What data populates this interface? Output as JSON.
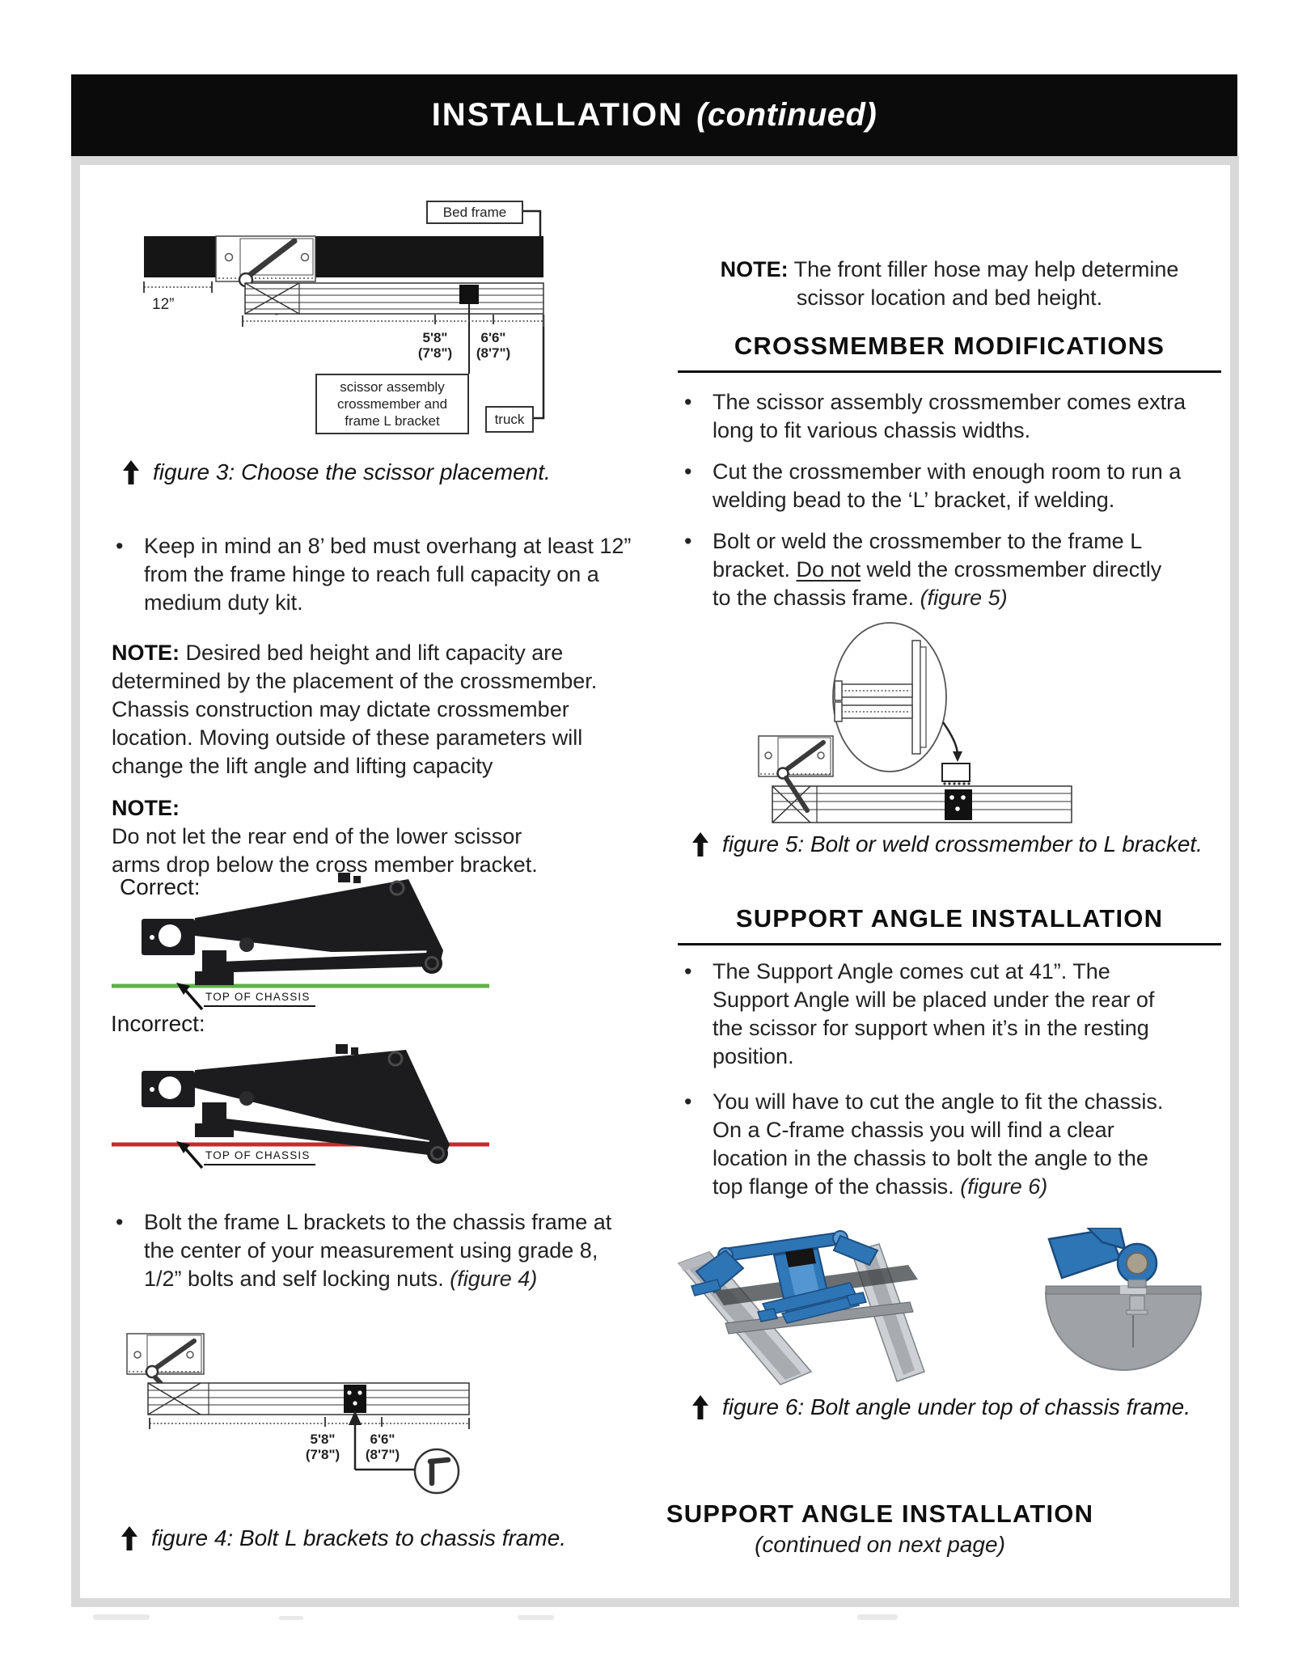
{
  "colors": {
    "header_bg": "#0b0b0b",
    "frame_border": "#d9d9d9",
    "correct_line_green": "#5cb048",
    "incorrect_line_red": "#c9292e",
    "figure6_blue": "#2e75b6",
    "figure6_gray": "#9fa3a8"
  },
  "header": {
    "title": "INSTALLATION",
    "suffix": "(continued)"
  },
  "lc": {
    "fig3": {
      "bed_frame": "Bed frame",
      "dim12": "12”",
      "dim_a": "5'8\"",
      "dim_a_alt": "(7'8\")",
      "dim_b": "6'6\"",
      "dim_b_alt": "(8'7\")",
      "callout": "scissor assembly\ncrossmember and\nframe L bracket",
      "truck": "truck",
      "caption": "figure 3: Choose the scissor placement."
    },
    "bullet_overhang": "Keep in mind an 8’ bed must overhang at least 12”\nfrom the frame hinge to reach full capacity on a\nmedium duty kit.",
    "note1_label": "NOTE:",
    "note1_text": "Desired bed height and lift capacity are\ndetermined by the placement of the crossmember.\nChassis construction may dictate crossmember\nlocation. Moving outside of these parameters will\nchange the lift angle and lifting capacity",
    "note2_label": "NOTE:",
    "note2_text": "Do not let the rear end of the lower scissor\narms drop below the cross member bracket.",
    "correct_label": "Correct:",
    "incorrect_label": "Incorrect:",
    "top_of_chassis": "TOP OF CHASSIS",
    "bullet_bolt_p1": "Bolt the frame L brackets to the chassis frame at\nthe center of your measurement using grade 8,\n1/2” bolts and self locking nuts. ",
    "bullet_bolt_fig": "(figure 4)",
    "fig4": {
      "dim_a": "5'8\"",
      "dim_a_alt": "(7'8\")",
      "dim_b": "6'6\"",
      "dim_b_alt": "(8'7\")",
      "caption": "figure 4: Bolt L brackets to chassis frame."
    }
  },
  "rc": {
    "note_label": "NOTE:",
    "note_text": " The front filler hose may help determine\nscissor location and bed height.",
    "crossmember_heading": "CROSSMEMBER MODIFICATIONS",
    "cm_b1": "The scissor assembly crossmember comes extra\nlong to fit various chassis widths.",
    "cm_b2": "Cut the crossmember with enough room to run a\nwelding bead to the ‘L’ bracket, if welding.",
    "cm_b3_p1": "Bolt or weld the crossmember to the frame L\nbracket. ",
    "cm_b3_u": "Do not",
    "cm_b3_p2": " weld the crossmember directly\nto the chassis frame. ",
    "cm_b3_fig": "(figure 5)",
    "fig5_caption": "figure 5: Bolt or weld crossmember to L bracket.",
    "support_heading": "SUPPORT ANGLE INSTALLATION",
    "sa_b1": "The Support Angle comes cut at 41”. The\nSupport Angle will be placed under the rear of\nthe scissor for support when it’s in the resting\nposition.",
    "sa_b2_p1": "You will have to cut the angle to fit the chassis.\nOn a C-frame chassis you will find a clear\nlocation in the chassis to bolt the angle to the\ntop flange of the chassis. ",
    "sa_b2_fig": "(figure 6)",
    "fig6_caption": "figure 6: Bolt angle under top of chassis frame.",
    "footer_heading": "SUPPORT ANGLE INSTALLATION",
    "footer_sub": "(continued on next page)"
  }
}
